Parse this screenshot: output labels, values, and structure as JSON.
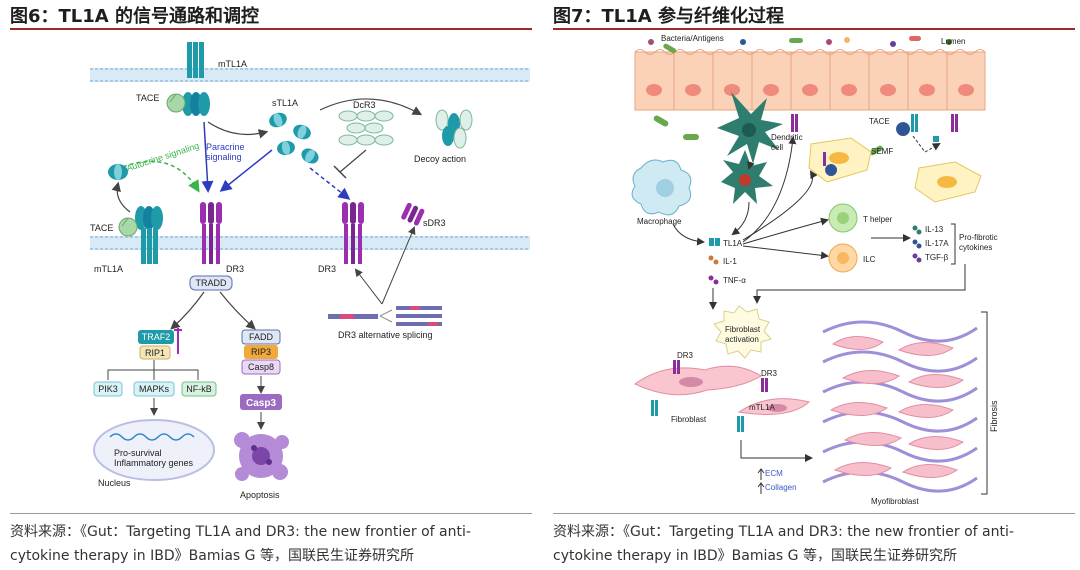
{
  "figure6": {
    "title": "图6：TL1A 的信号通路和调控",
    "source_line1": "资料来源：《Gut：Targeting TL1A and DR3: the new frontier of anti-",
    "source_line2": "cytokine therapy in IBD》Bamias G 等，国联民生证券研究所",
    "labels": {
      "mtl1a_top": "mTL1A",
      "tace_top": "TACE",
      "stl1a": "sTL1A",
      "dcr3": "DcR3",
      "decoy": "Decoy action",
      "paracrine": "Paracrine",
      "signaling": "signaling",
      "autocrine": "Autocrine signaling",
      "tace_left": "TACE",
      "mtl1a_left": "mTL1A",
      "dr3_mid": "DR3",
      "tradd": "TRADD",
      "dr3_right": "DR3",
      "sdr3": "sDR3",
      "splicing": "DR3 alternative splicing",
      "traf2": "TRAF2",
      "rip1": "RIP1",
      "pik3": "PIK3",
      "mapks": "MAPKs",
      "nfkb": "NF-kB",
      "prosurvival": "Pro-survival",
      "inflammatory": "Inflammatory genes",
      "nucleus": "Nucleus",
      "fadd": "FADD",
      "rip3": "RIP3",
      "casp8": "Casp8",
      "casp3": "Casp3",
      "apoptosis": "Apoptosis"
    }
  },
  "figure7": {
    "title": "图7：TL1A 参与纤维化过程",
    "source_line1": "资料来源：《Gut：Targeting TL1A and DR3: the new frontier of anti-",
    "source_line2": "cytokine therapy in IBD》Bamias G 等，国联民生证券研究所",
    "labels": {
      "bacteria": "Bacteria/Antigens",
      "lumen": "Lumen",
      "dendritic": "Dendritic",
      "cell": "cell",
      "tace": "TACE",
      "semf": "SEMF",
      "macrophage": "Macrophage",
      "thelper": "T helper",
      "ilc": "ILC",
      "il13": "IL-13",
      "il17a": "IL-17A",
      "tgfb": "TGF-β",
      "profibrotic": "Pro-fibrotic",
      "cytokines": "cytokines",
      "tl1a": "TL1A",
      "il1": "IL-1",
      "tnfa": "TNF-α",
      "fibro_act1": "Fibroblast",
      "fibro_act2": "activation",
      "dr3_a": "DR3",
      "dr3_b": "DR3",
      "mtl1a": "mTL1A",
      "fibroblast": "Fibroblast",
      "ecm": "ECM",
      "collagen": "Collagen",
      "myofibroblast": "Myofibroblast",
      "fibrosis": "Fibrosis"
    }
  },
  "colors": {
    "teal": "#1f9aa8",
    "purple": "#8c2d9c",
    "title_rule": "#9a2a2a"
  }
}
